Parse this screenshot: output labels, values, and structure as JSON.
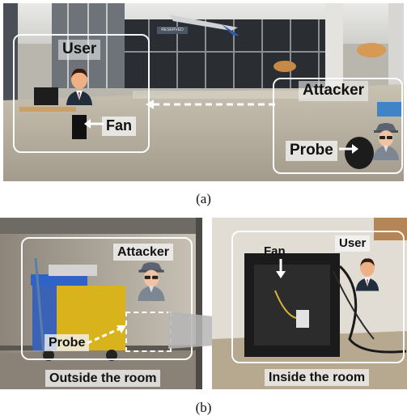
{
  "figure": {
    "caption_a": "(a)",
    "caption_b": "(b)"
  },
  "panel_a": {
    "labels": {
      "user": "User",
      "fan": "Fan",
      "attacker": "Attacker",
      "probe": "Probe"
    },
    "sign_text": "RESERVED"
  },
  "panel_b_left": {
    "labels": {
      "attacker": "Attacker",
      "probe": "Probe",
      "location": "Outside the room"
    }
  },
  "panel_b_right": {
    "labels": {
      "fan": "Fan",
      "user": "User",
      "location": "Inside the room"
    }
  },
  "colors": {
    "frame": "#ffffff",
    "label_bg": "#f2f2f2",
    "arrow": "#ffffff",
    "user_avatar_suit": "#1f2d3d",
    "attacker_avatar": "#7d8794"
  }
}
